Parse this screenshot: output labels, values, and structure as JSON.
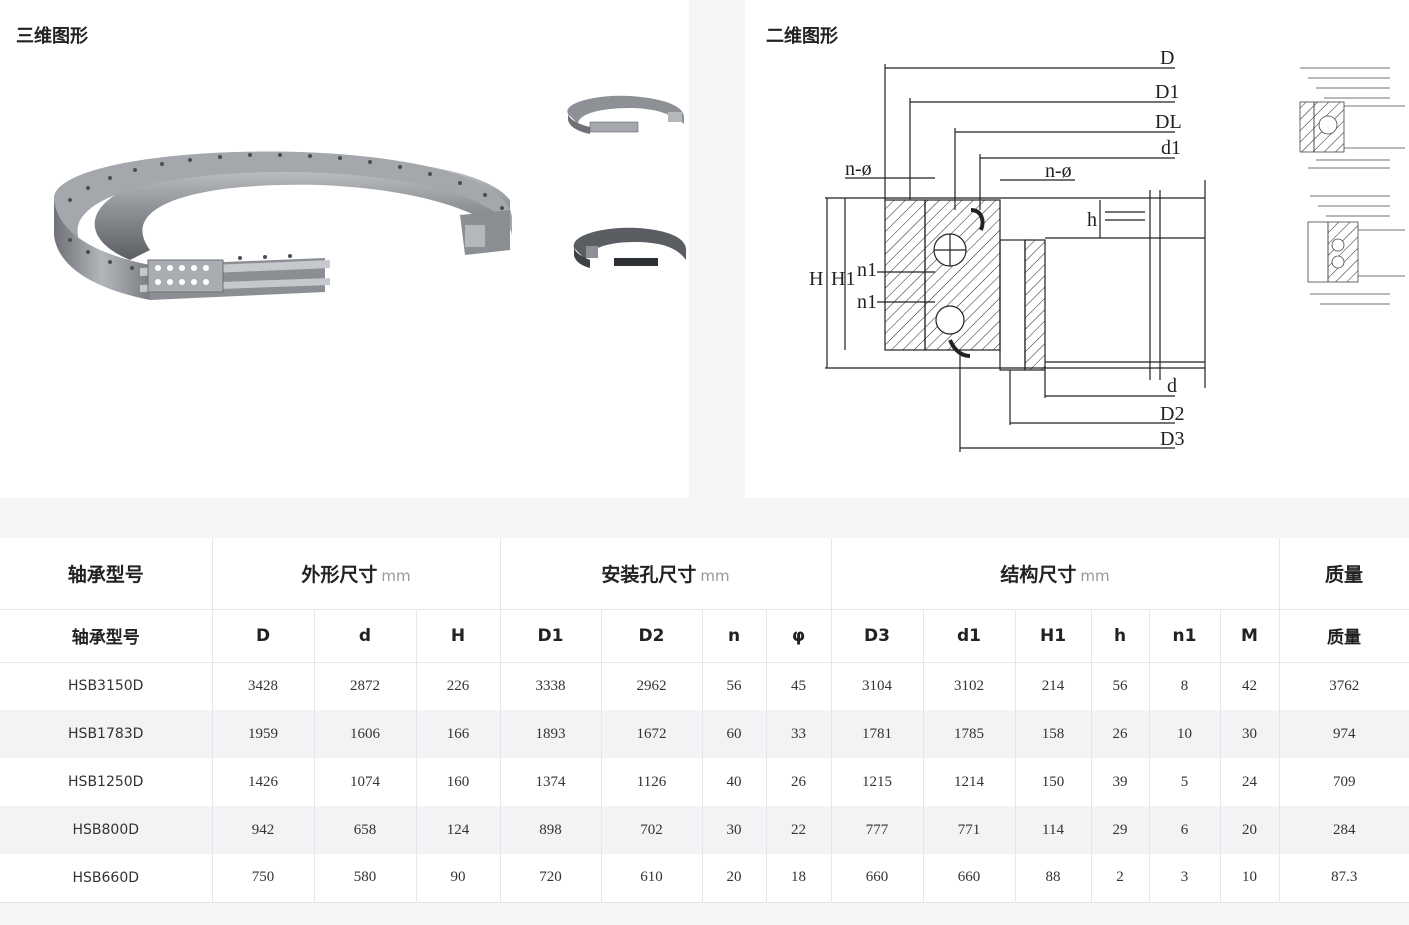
{
  "panels": {
    "three_d_title": "三维图形",
    "two_d_title": "二维图形"
  },
  "drawing_labels": {
    "D": "D",
    "D1": "D1",
    "DL": "DL",
    "d1": "d1",
    "n_phi_left": "n-ø",
    "n_phi_right": "n-ø",
    "H": "H",
    "H1": "H1",
    "h": "h",
    "n1_top": "n1",
    "n1_bottom": "n1",
    "d": "d",
    "D2": "D2",
    "D3": "D3"
  },
  "table": {
    "groups": [
      {
        "label": "轴承型号",
        "unit": ""
      },
      {
        "label": "外形尺寸",
        "unit": "mm"
      },
      {
        "label": "安装孔尺寸",
        "unit": "mm"
      },
      {
        "label": "结构尺寸",
        "unit": "mm"
      },
      {
        "label": "质量",
        "unit": ""
      }
    ],
    "columns": [
      "轴承型号",
      "D",
      "d",
      "H",
      "D1",
      "D2",
      "n",
      "φ",
      "D3",
      "d1",
      "H1",
      "h",
      "n1",
      "M",
      "质量"
    ],
    "rows": [
      [
        "HSB3150D",
        "3428",
        "2872",
        "226",
        "3338",
        "2962",
        "56",
        "45",
        "3104",
        "3102",
        "214",
        "56",
        "8",
        "42",
        "3762"
      ],
      [
        "HSB1783D",
        "1959",
        "1606",
        "166",
        "1893",
        "1672",
        "60",
        "33",
        "1781",
        "1785",
        "158",
        "26",
        "10",
        "30",
        "974"
      ],
      [
        "HSB1250D",
        "1426",
        "1074",
        "160",
        "1374",
        "1126",
        "40",
        "26",
        "1215",
        "1214",
        "150",
        "39",
        "5",
        "24",
        "709"
      ],
      [
        "HSB800D",
        "942",
        "658",
        "124",
        "898",
        "702",
        "30",
        "22",
        "777",
        "771",
        "114",
        "29",
        "6",
        "20",
        "284"
      ],
      [
        "HSB660D",
        "750",
        "580",
        "90",
        "720",
        "610",
        "20",
        "18",
        "660",
        "660",
        "88",
        "2",
        "3",
        "10",
        "87.3"
      ]
    ]
  }
}
